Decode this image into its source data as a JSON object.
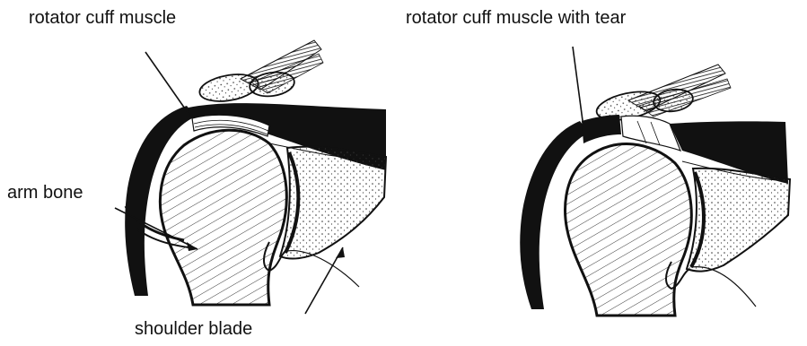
{
  "labels": {
    "rotator_cuff_muscle": "rotator cuff muscle",
    "rotator_cuff_muscle_with_tear": "rotator cuff muscle with tear",
    "arm_bone": "arm bone",
    "shoulder_blade": "shoulder blade"
  },
  "colors": {
    "ink": "#111111",
    "background": "#ffffff"
  }
}
